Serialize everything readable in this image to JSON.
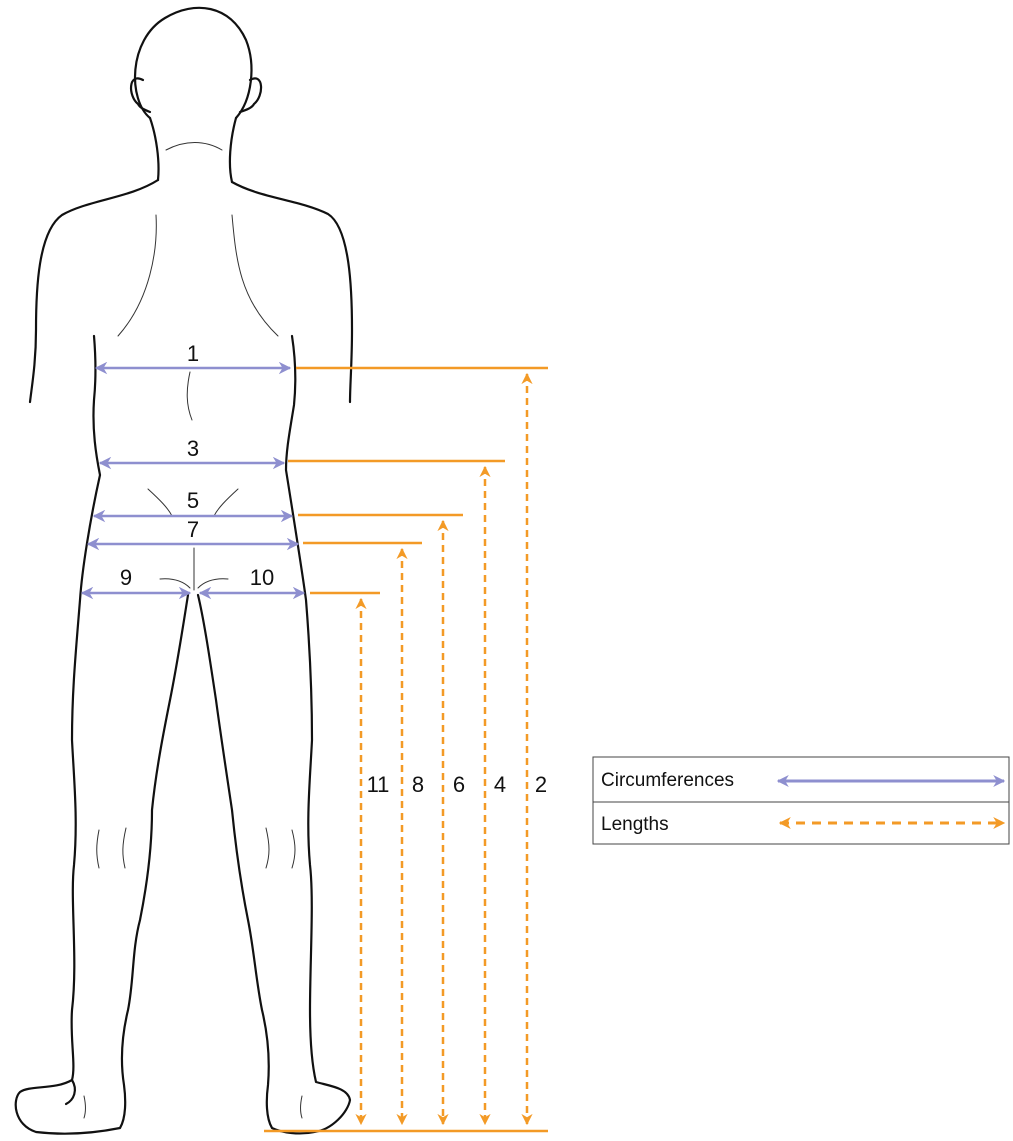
{
  "colors": {
    "circumference": "#8e8fcf",
    "length": "#f39a26",
    "outline": "#111111"
  },
  "circumferences": [
    {
      "label": "1"
    },
    {
      "label": "3"
    },
    {
      "label": "5"
    },
    {
      "label": "7"
    },
    {
      "label": "9"
    },
    {
      "label": "10"
    }
  ],
  "lengths": [
    {
      "label": "2"
    },
    {
      "label": "4"
    },
    {
      "label": "6"
    },
    {
      "label": "8"
    },
    {
      "label": "11"
    }
  ],
  "legend": {
    "circumferences_label": "Circumferences",
    "lengths_label": "Lengths",
    "circumference_icon": "double-arrow-solid",
    "length_icon": "double-arrow-dashed"
  }
}
